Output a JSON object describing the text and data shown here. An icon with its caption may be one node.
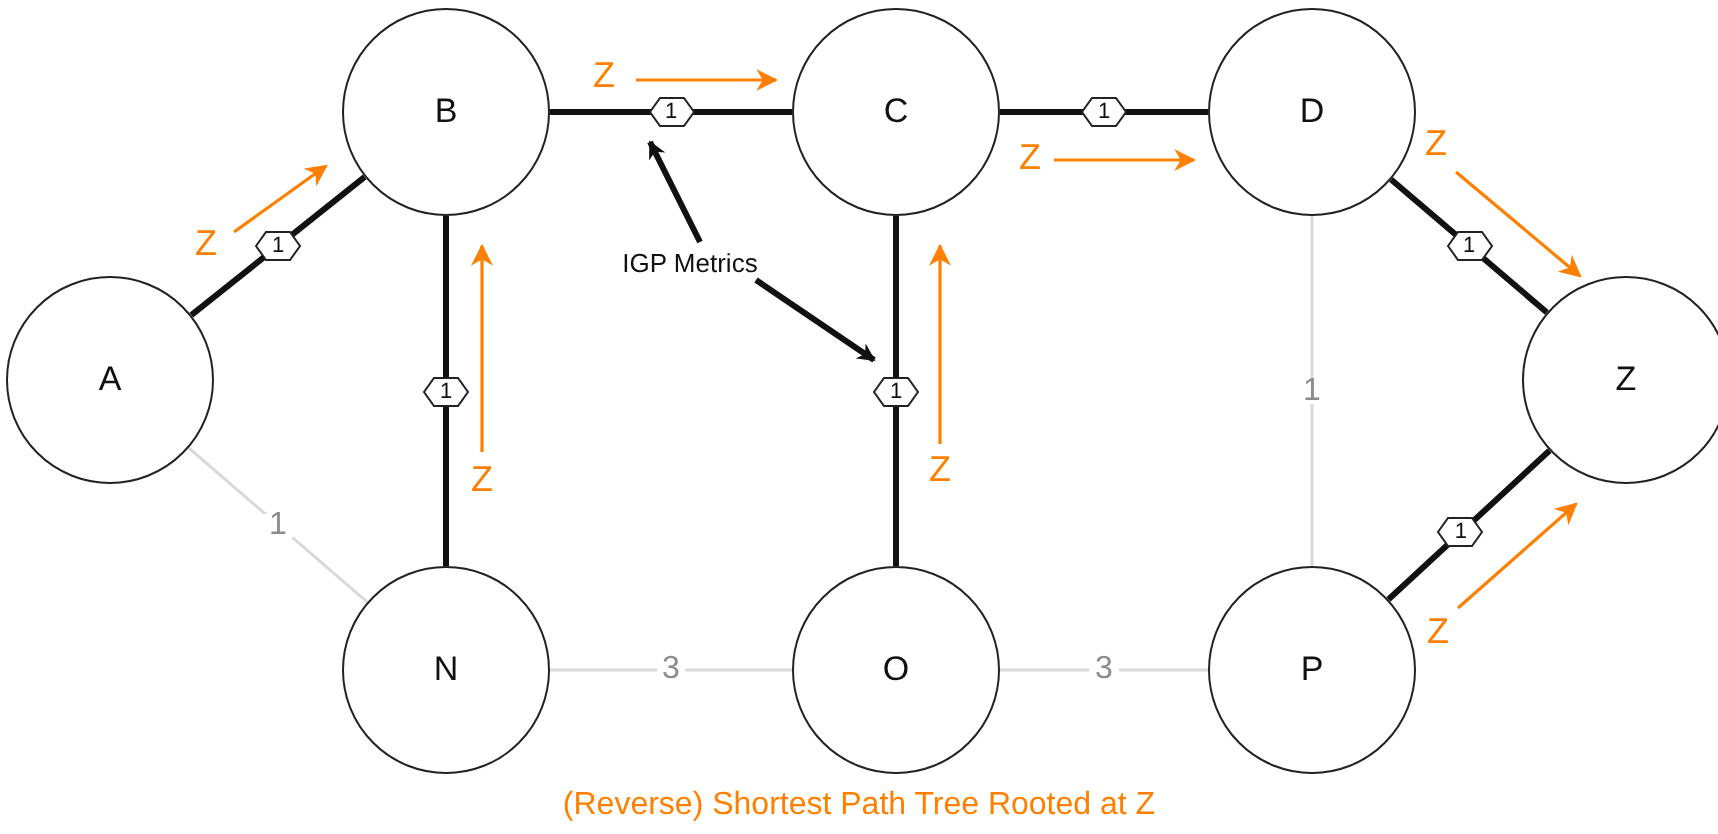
{
  "diagram": {
    "caption": "(Reverse) Shortest Path Tree Rooted at Z",
    "nodes": [
      {
        "text": [
          "B"
        ]
      },
      {
        "text": [
          "C"
        ]
      },
      {
        "text": [
          "D"
        ]
      },
      {
        "text": [
          "IGP Metrics"
        ]
      },
      {
        "text": [
          "A"
        ]
      },
      {
        "text": [
          "Z"
        ]
      },
      {
        "text": [
          "N"
        ]
      },
      {
        "text": [
          "O"
        ]
      },
      {
        "text": [
          "P"
        ]
      }
    ],
    "edges": [
      {
        "from": 4,
        "to": 0,
        "arrow": "none",
        "label": "1"
      },
      {
        "from": 0,
        "to": 1,
        "arrow": "none",
        "label": "1"
      },
      {
        "from": 1,
        "to": 2,
        "arrow": "none",
        "label": "1"
      },
      {
        "from": 2,
        "to": 5,
        "arrow": "none",
        "label": "1"
      },
      {
        "from": 0,
        "to": 6,
        "arrow": "none",
        "label": "1"
      },
      {
        "from": 1,
        "to": 7,
        "arrow": "none",
        "label": "1"
      },
      {
        "from": 8,
        "to": 5,
        "arrow": "none",
        "label": "1"
      },
      {
        "from": 4,
        "to": 6,
        "arrow": "none",
        "label": "1",
        "color": "#d9d9d9"
      },
      {
        "from": 6,
        "to": 7,
        "arrow": "none",
        "label": "3",
        "color": "#d9d9d9"
      },
      {
        "from": 7,
        "to": 8,
        "arrow": "none",
        "label": "3",
        "color": "#d9d9d9"
      },
      {
        "from": 2,
        "to": 8,
        "arrow": "none",
        "label": "1",
        "color": "#d9d9d9"
      },
      {
        "from": 3,
        "to": null,
        "arrow": "to"
      },
      {
        "from": 3,
        "to": null,
        "arrow": "to"
      }
    ],
    "labels": [
      "Z",
      "Z",
      "Z",
      "Z",
      "Z",
      "Z",
      "Z"
    ]
  }
}
